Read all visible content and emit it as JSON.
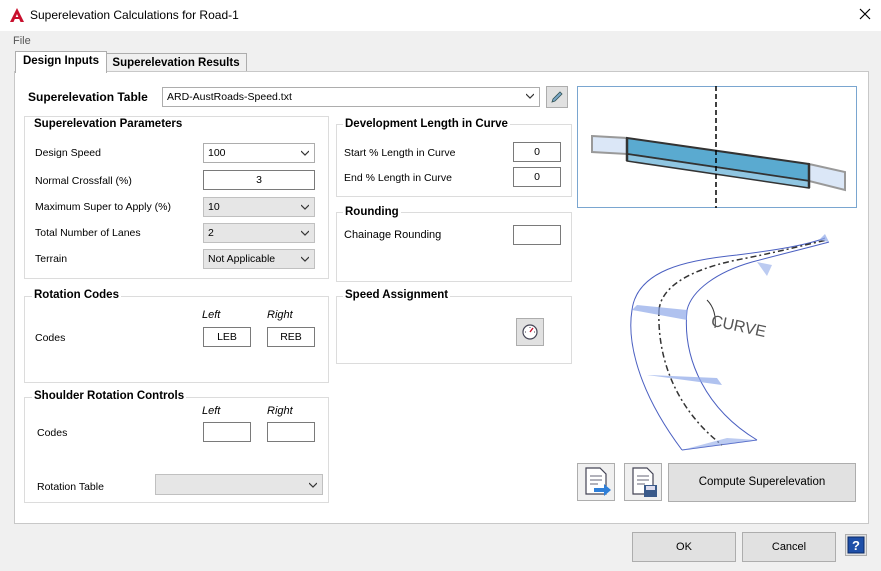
{
  "window": {
    "title": "Superelevation Calculations for Road-1"
  },
  "menu": {
    "file": "File"
  },
  "tabs": [
    {
      "label": "Design Inputs"
    },
    {
      "label": "Superelevation Results"
    }
  ],
  "superelevation_table": {
    "label": "Superelevation Table",
    "value": "ARD-AustRoads-Speed.txt"
  },
  "parameters": {
    "title": "Superelevation Parameters",
    "design_speed": {
      "label": "Design Speed",
      "value": "100"
    },
    "normal_crossfall": {
      "label": "Normal Crossfall (%)",
      "value": "3"
    },
    "max_super": {
      "label": "Maximum Super to Apply (%)",
      "value": "10"
    },
    "lanes": {
      "label": "Total Number of Lanes",
      "value": "2"
    },
    "terrain": {
      "label": "Terrain",
      "value": "Not Applicable"
    }
  },
  "rotation_codes": {
    "title": "Rotation Codes",
    "left_label": "Left",
    "right_label": "Right",
    "codes_label": "Codes",
    "left_value": "LEB",
    "right_value": "REB"
  },
  "shoulder": {
    "title": "Shoulder Rotation Controls",
    "left_label": "Left",
    "right_label": "Right",
    "codes_label": "Codes",
    "left_value": "",
    "right_value": "",
    "rotation_table_label": "Rotation Table",
    "rotation_table_value": ""
  },
  "development": {
    "title": "Development Length in Curve",
    "start_label": "Start % Length in Curve",
    "start_value": "0",
    "end_label": "End % Length in Curve",
    "end_value": "0"
  },
  "rounding": {
    "title": "Rounding",
    "chainage_label": "Chainage Rounding",
    "chainage_value": ""
  },
  "speed_assignment": {
    "title": "Speed Assignment"
  },
  "illustration": {
    "curve_text": "CURVE"
  },
  "buttons": {
    "compute": "Compute Superelevation",
    "ok": "OK",
    "cancel": "Cancel"
  },
  "colors": {
    "accent_red": "#c8102e",
    "road_blue": "#5aaad0",
    "outline_blue": "#4a5fc1"
  }
}
